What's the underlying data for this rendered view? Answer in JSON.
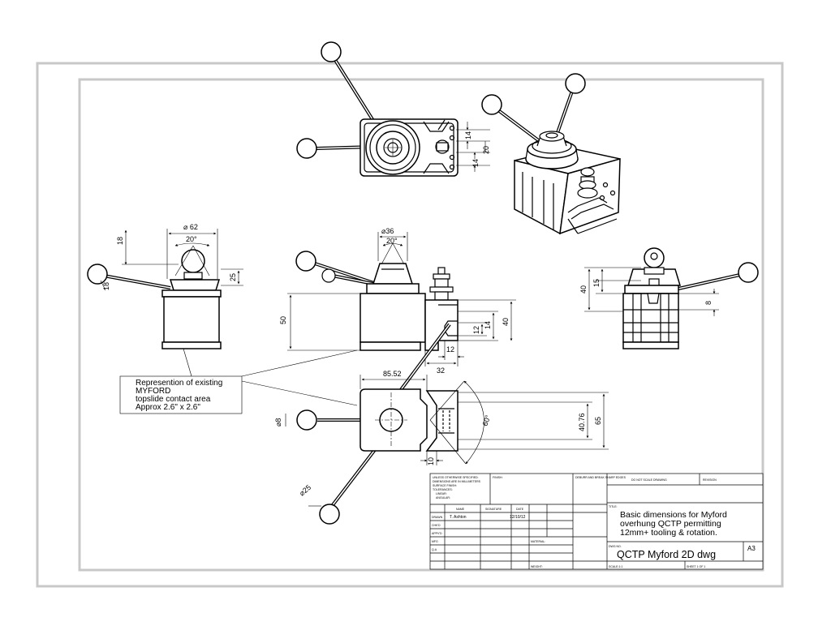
{
  "dims": {
    "d_14a": "14",
    "d_20a": "20",
    "d_14b": "14",
    "d_62": "⌀ 62",
    "d_20b": "20°",
    "d_18a": "18",
    "d_25a": "25",
    "d_18b": "18",
    "d_36": "⌀36",
    "d_20c": "20°",
    "d_50": "50",
    "d_12a": "12",
    "d_14c": "14",
    "d_40a": "40",
    "d_12b": "12",
    "d_32": "32",
    "d_40b": "40",
    "d_15": "15",
    "d_8a": "8",
    "d_85": "85.52",
    "d_60": "60°",
    "d_4076": "40.76",
    "d_65": "65",
    "d_8b": "⌀8",
    "d_10": "10",
    "d_25b": "⌀25"
  },
  "note": {
    "line1": "Represention of existing",
    "line2": "MYFORD",
    "line3": "topslide contact area",
    "line4": "Approx 2.6\" x 2.6\""
  },
  "title_block": {
    "unless_lines": [
      "UNLESS OTHERWISE SPECIFIED:",
      "DIMENSIONS ARE IN MILLIMETERS",
      "SURFACE FINISH:",
      "TOLERANCES:",
      "LINEAR:",
      "ANGULAR:"
    ],
    "finish": "FINISH:",
    "deburr": "DEBURR AND BREAK SHARP EDGES",
    "do_not_scale": "DO NOT SCALE DRAWING",
    "revision": "REVISION",
    "col_name": "NAME",
    "col_signature": "SIGNATURE",
    "col_date": "DATE",
    "drawn": "DRAWN",
    "drawn_name": "T. Ashton",
    "drawn_date": "12/10/12",
    "chkd": "CHK'D",
    "appvd": "APPV'D",
    "mfg": "MFG",
    "qa": "Q.A",
    "material": "MATERIAL:",
    "weight": "WEIGHT:",
    "title_label": "TITLE:",
    "title_line1": "Basic dimensions for Myford",
    "title_line2": "overhung QCTP permitting",
    "title_line3": "12mm+ tooling & rotation.",
    "dwg_no_label": "DWG NO.",
    "dwg_no": "QCTP Myford 2D dwg",
    "size": "A3",
    "scale": "SCALE:1:1",
    "sheet": "SHEET 1 OF 1"
  },
  "colors": {
    "line": "#000000",
    "border": "#c8c8c8",
    "background": "#ffffff"
  }
}
